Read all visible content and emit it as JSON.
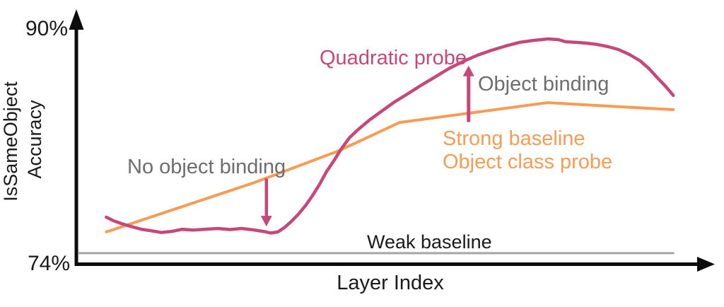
{
  "colors": {
    "pink": "#C7477B",
    "orange": "#F89B55",
    "gray_annotation": "#6D6D6D",
    "weak_baseline_gray": "#A6A6A6",
    "axis_black": "#0D0D0D",
    "text_black": "#1A1A1A",
    "background": "#FFFFFF"
  },
  "labels": {
    "y_max_tick": "90%",
    "y_min_tick": "74%",
    "y_axis_title_line1": "IsSameObject",
    "y_axis_title_line2": "Accuracy",
    "x_axis_title": "Layer Index",
    "quadratic_probe": "Quadratic probe",
    "object_binding": "Object binding",
    "no_object_binding": "No object binding",
    "strong_baseline_line1": "Strong baseline",
    "strong_baseline_line2": "Object class probe",
    "weak_baseline": "Weak baseline"
  },
  "chart_data": {
    "type": "line",
    "title": "",
    "xlabel": "Layer Index",
    "ylabel": "IsSameObject Accuracy",
    "ylim": [
      74,
      90
    ],
    "y_ticks_shown": [
      "74%",
      "90%"
    ],
    "x_ticks_shown": [],
    "x_units": "percent of x-axis length (x axis has no numeric tick labels)",
    "grid": false,
    "legend_position": "inline text annotations",
    "series": [
      {
        "id": "quadratic-probe",
        "name": "Quadratic probe",
        "color": "#C7477B",
        "width": 4.5,
        "points": [
          [
            4.7,
            77.06
          ],
          [
            5.8,
            76.83
          ],
          [
            7.1,
            76.64
          ],
          [
            8.5,
            76.46
          ],
          [
            10.2,
            76.27
          ],
          [
            11.6,
            76.18
          ],
          [
            13.3,
            76.06
          ],
          [
            15.0,
            76.13
          ],
          [
            16.6,
            76.27
          ],
          [
            18.3,
            76.21
          ],
          [
            20.2,
            76.27
          ],
          [
            22.2,
            76.32
          ],
          [
            24.1,
            76.25
          ],
          [
            25.9,
            76.32
          ],
          [
            27.7,
            76.23
          ],
          [
            29.3,
            76.13
          ],
          [
            30.5,
            76.02
          ],
          [
            31.6,
            76.09
          ],
          [
            32.6,
            76.37
          ],
          [
            33.7,
            76.78
          ],
          [
            34.8,
            77.25
          ],
          [
            35.9,
            77.8
          ],
          [
            37.0,
            78.45
          ],
          [
            38.1,
            79.19
          ],
          [
            39.2,
            80.03
          ],
          [
            40.4,
            80.77
          ],
          [
            41.5,
            81.51
          ],
          [
            42.8,
            82.26
          ],
          [
            44.2,
            82.81
          ],
          [
            45.9,
            83.41
          ],
          [
            47.9,
            84.02
          ],
          [
            49.9,
            84.62
          ],
          [
            51.9,
            85.13
          ],
          [
            54.0,
            85.69
          ],
          [
            56.2,
            86.24
          ],
          [
            58.4,
            86.8
          ],
          [
            60.6,
            87.26
          ],
          [
            62.9,
            87.68
          ],
          [
            65.1,
            88.0
          ],
          [
            67.3,
            88.28
          ],
          [
            69.5,
            88.52
          ],
          [
            71.7,
            88.65
          ],
          [
            73.9,
            88.75
          ],
          [
            75.6,
            88.7
          ],
          [
            76.7,
            88.56
          ],
          [
            78.4,
            88.52
          ],
          [
            80.0,
            88.47
          ],
          [
            81.7,
            88.38
          ],
          [
            83.4,
            88.24
          ],
          [
            85.0,
            88.05
          ],
          [
            86.7,
            87.73
          ],
          [
            88.4,
            87.31
          ],
          [
            89.8,
            86.8
          ],
          [
            91.1,
            86.2
          ],
          [
            92.4,
            85.64
          ],
          [
            93.6,
            85.04
          ]
        ]
      },
      {
        "id": "strong-baseline",
        "name": "Strong baseline Object class probe",
        "color": "#F89B55",
        "width": 4,
        "points": [
          [
            4.7,
            76.09
          ],
          [
            27.9,
            79.33
          ],
          [
            41.2,
            81.42
          ],
          [
            50.7,
            83.27
          ],
          [
            62.3,
            83.92
          ],
          [
            73.9,
            84.57
          ],
          [
            83.4,
            84.34
          ],
          [
            93.6,
            84.11
          ]
        ]
      },
      {
        "id": "weak-baseline",
        "name": "Weak baseline",
        "color": "#A6A6A6",
        "width": 3,
        "points": [
          [
            0.4,
            74.7
          ],
          [
            93.6,
            74.7
          ]
        ]
      }
    ],
    "arrows": [
      {
        "id": "no-binding-gap",
        "label": "No object binding",
        "direction": "down",
        "x": 29.8,
        "from": 79.6,
        "to": 76.45,
        "color": "#C7477B",
        "width": 4.5
      },
      {
        "id": "binding-gap",
        "label": "Object binding",
        "direction": "up",
        "x": 61.5,
        "from": 83.3,
        "to": 87.0,
        "color": "#C7477B",
        "width": 5
      }
    ]
  }
}
